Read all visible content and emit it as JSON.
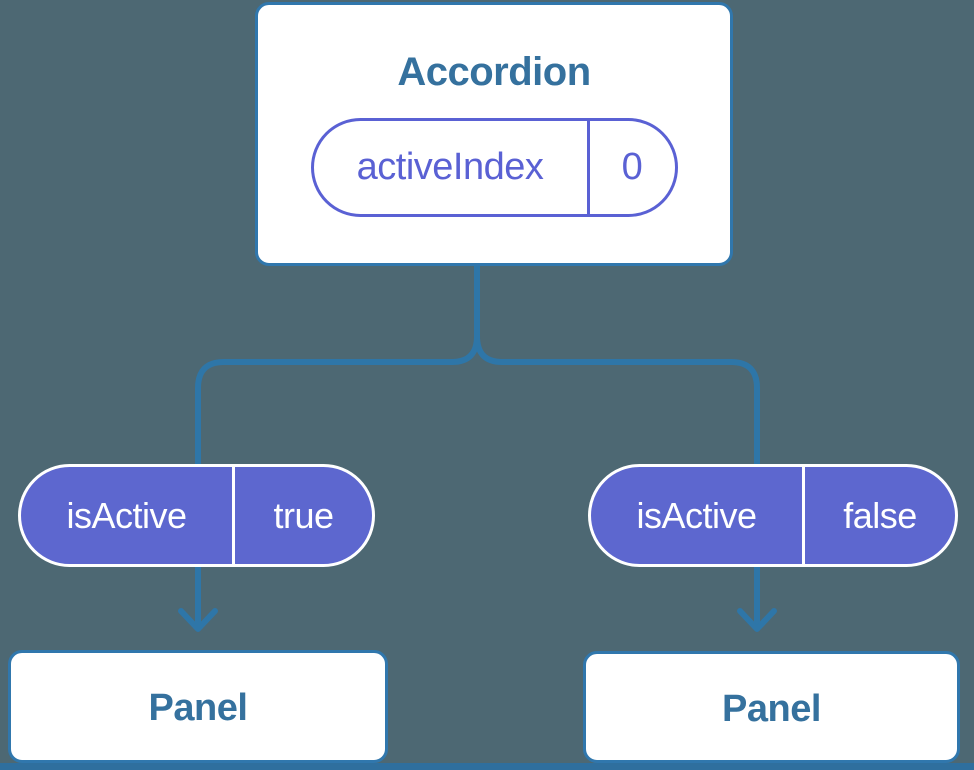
{
  "diagram": {
    "root": {
      "title": "Accordion",
      "state": {
        "name": "activeIndex",
        "value": "0"
      }
    },
    "children": [
      {
        "prop_name": "isActive",
        "prop_value": "true",
        "node_label": "Panel"
      },
      {
        "prop_name": "isActive",
        "prop_value": "false",
        "node_label": "Panel"
      }
    ]
  },
  "colors": {
    "background": "#4d6873",
    "node_fill": "#ffffff",
    "node_border": "#3077ad",
    "node_text": "#35719e",
    "connector": "#2e76a8",
    "pill_accent": "#5a61d4",
    "pill_fill": "#5d67cf",
    "pill_text_light": "#ffffff",
    "bottom_edge": "#2f6f9e"
  }
}
